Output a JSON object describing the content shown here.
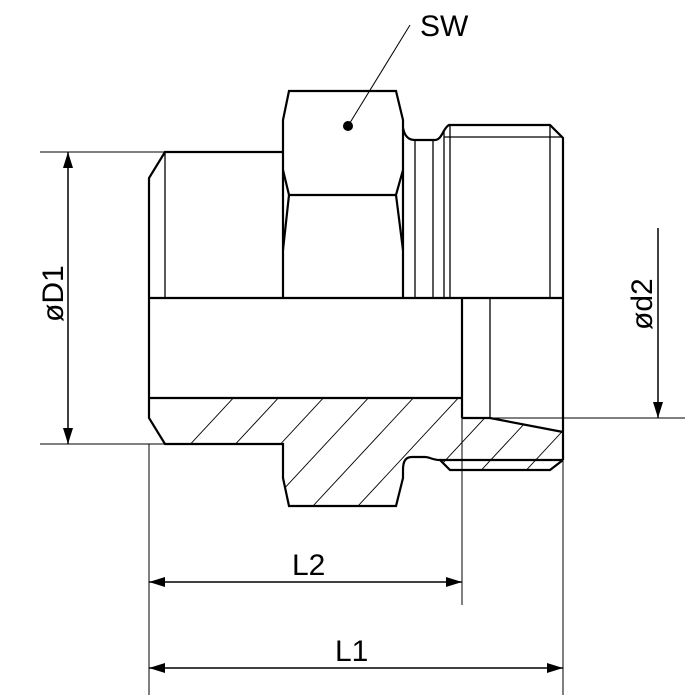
{
  "labels": {
    "sw": "SW",
    "d1": "øD1",
    "d2": "ød2",
    "l1": "L1",
    "l2": "L2"
  },
  "colors": {
    "line": "#000000",
    "background": "#ffffff"
  }
}
